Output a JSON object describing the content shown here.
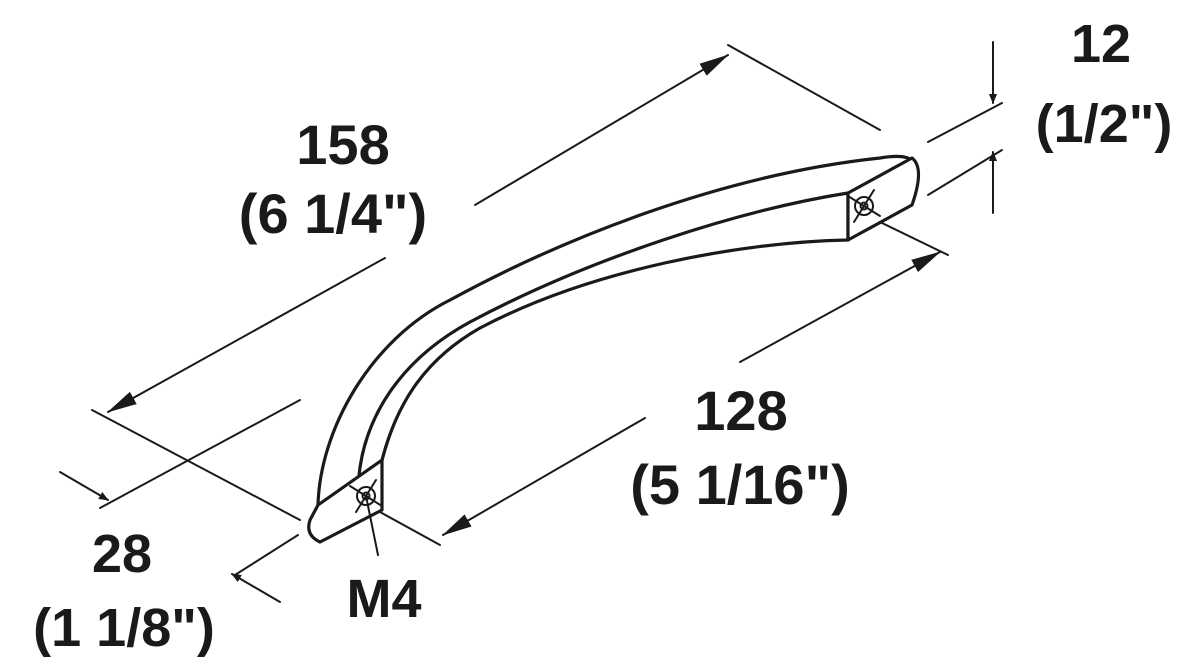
{
  "dimensions": {
    "length": {
      "mm": "158",
      "inch": "(6 1/4\")"
    },
    "centers": {
      "mm": "128",
      "inch": "(5 1/16\")"
    },
    "height": {
      "mm": "28",
      "inch": "(1 1/8\")"
    },
    "thickness": {
      "mm": "12",
      "inch": "(1/2\")"
    },
    "thread": "M4"
  }
}
